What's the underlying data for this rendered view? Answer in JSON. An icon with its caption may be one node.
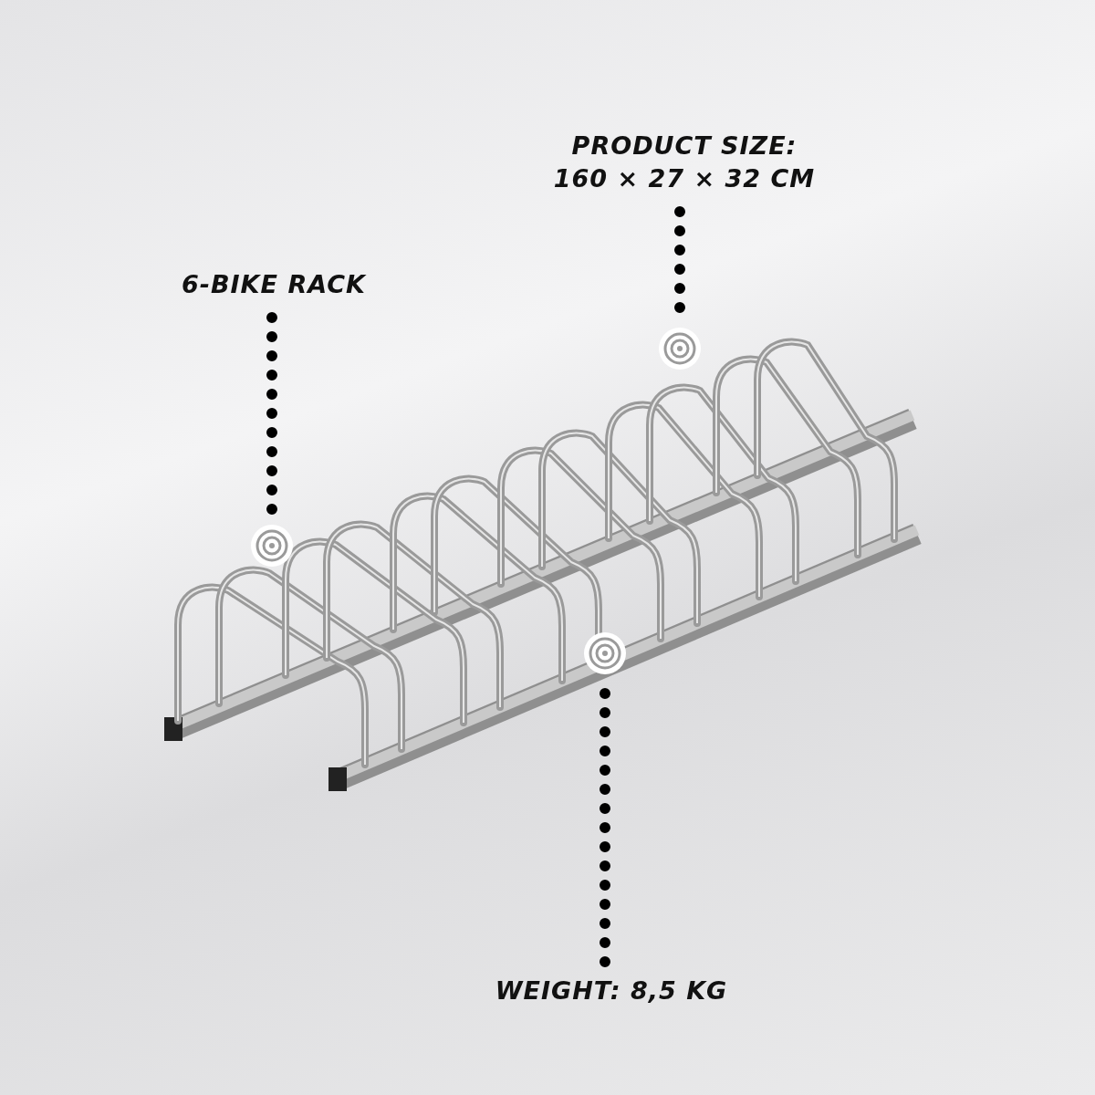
{
  "diagram": {
    "nodes": [
      {
        "text": [
          "PRODUCT SIZE: 160 × 27 × 32 CM"
        ]
      },
      {
        "text": [
          "6-BIKE RACK"
        ]
      },
      {
        "text": [],
        "shape": "picture"
      },
      {
        "text": [],
        "shape": "circle",
        "in": 2
      },
      {
        "text": [],
        "shape": "circle",
        "in": 2
      },
      {
        "text": [],
        "shape": "circle",
        "in": 2
      },
      {
        "text": [
          "WEIGHT: 8,5 KG"
        ]
      }
    ],
    "edges": [
      {
        "from": 0,
        "to": 3,
        "arrow": "none",
        "style": "dashed"
      },
      {
        "from": 1,
        "to": 4,
        "arrow": "none",
        "style": "dashed"
      },
      {
        "from": 6,
        "to": 5,
        "arrow": "none",
        "style": "dashed"
      }
    ]
  }
}
